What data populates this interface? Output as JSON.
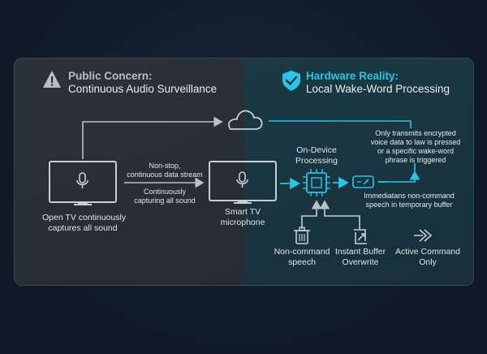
{
  "left": {
    "title": "Public Concern:",
    "subtitle": "Continuous Audio Surveillance",
    "tv_caption_line1": "Open TV continuously",
    "tv_caption_line2": "captures all sound",
    "stream_line1": "Non-stop,",
    "stream_line2": "continuous data stream",
    "capture_line1": "Continuously",
    "capture_line2": "capturing all sound",
    "mic_caption_line1": "Smart TV",
    "mic_caption_line2": "microphone"
  },
  "right": {
    "title": "Hardware Reality:",
    "subtitle": "Local Wake-Word Processing",
    "processing_line1": "On-Device",
    "processing_line2": "Processing",
    "transmit_line1": "Only transmits encrypted",
    "transmit_line2": "voice data to law is pressed",
    "transmit_line3": "or a specific wake-word",
    "transmit_line4": "phrase is triggered",
    "buffer_note_line1": "Immediatans non-command",
    "buffer_note_line2": "speech in temporary buffer",
    "item1_line1": "Non-command",
    "item1_line2": "speech",
    "item2_line1": "Instant Buffer",
    "item2_line2": "Overwrite",
    "item3_line1": "Active Command",
    "item3_line2": "Only"
  },
  "colors": {
    "accent": "#27c5e6",
    "warning": "#b9bec5",
    "line": "#b8c0c9"
  },
  "icons": [
    "warning-icon",
    "shield-check-icon",
    "cloud-icon",
    "tv-icon",
    "microphone-icon",
    "chip-icon",
    "encrypted-packet-icon",
    "trash-icon",
    "buffer-overwrite-icon",
    "active-command-icon"
  ]
}
